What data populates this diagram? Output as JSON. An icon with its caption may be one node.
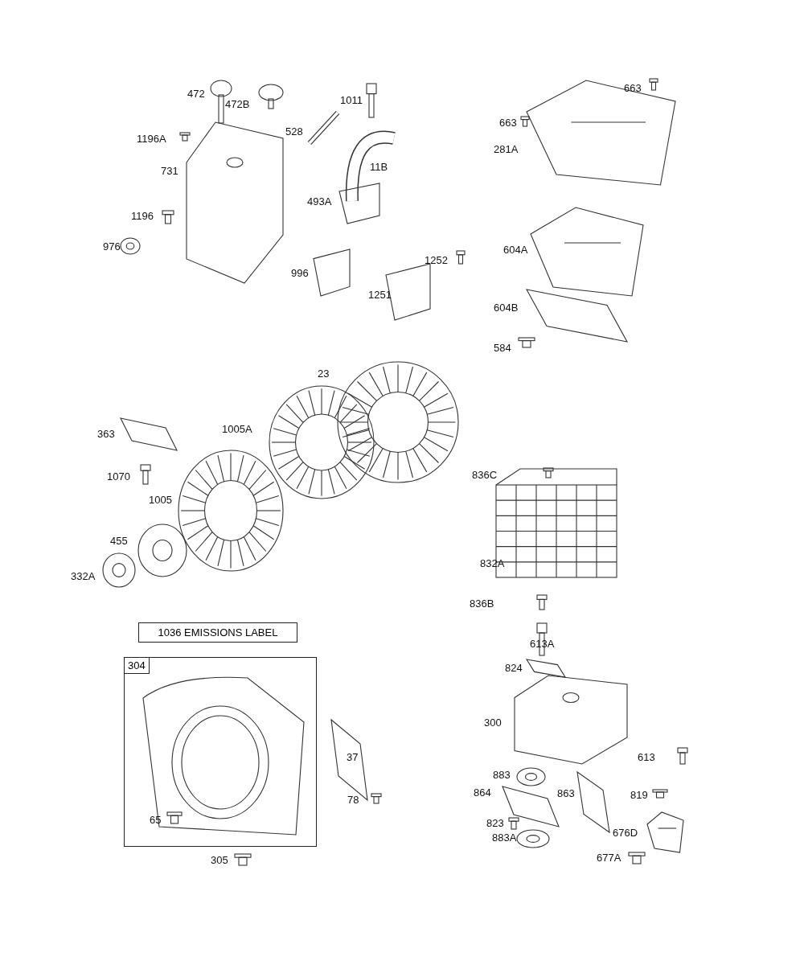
{
  "diagram": {
    "nodes": [
      {
        "text": [
          "1036 EMISSIONS LABEL"
        ]
      },
      {
        "text": [
          "304"
        ]
      }
    ],
    "edges": [],
    "labels": [
      "472",
      "472B",
      "1011",
      "663",
      "528",
      "663",
      "1196A",
      "731",
      "11B",
      "281A",
      "493A",
      "1196",
      "976",
      "1252",
      "604A",
      "996",
      "1251",
      "604B",
      "584",
      "23",
      "363",
      "1005A",
      "1070",
      "836C",
      "1005",
      "455",
      "832A",
      "332A",
      "836B",
      "613A",
      "824",
      "300",
      "37",
      "613",
      "883",
      "864",
      "863",
      "819",
      "78",
      "65",
      "823",
      "883A",
      "676D",
      "305",
      "677A"
    ]
  }
}
